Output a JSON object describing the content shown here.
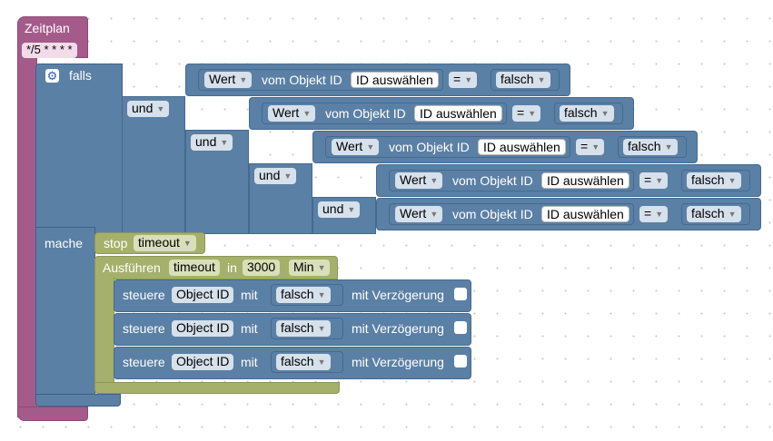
{
  "schedule": {
    "title": "Zeitplan",
    "cron": "*/5 * * * *"
  },
  "if_block": {
    "falls_label": "falls",
    "mache_label": "mache",
    "and_label": "und"
  },
  "compare": {
    "value_dropdown": "Wert",
    "object_label": "vom Objekt ID",
    "id_placeholder": "ID auswählen",
    "operator": "=",
    "false_value": "falsch"
  },
  "stop_block": {
    "label": "stop",
    "timer_name": "timeout"
  },
  "timeout_block": {
    "run_label": "Ausführen",
    "timer_name": "timeout",
    "in_label": "in",
    "delay": "3000",
    "unit": "Min"
  },
  "control": {
    "label": "steuere",
    "object_id": "Object ID",
    "with_label": "mit",
    "value": "falsch",
    "delay_label": "mit Verzögerung"
  }
}
